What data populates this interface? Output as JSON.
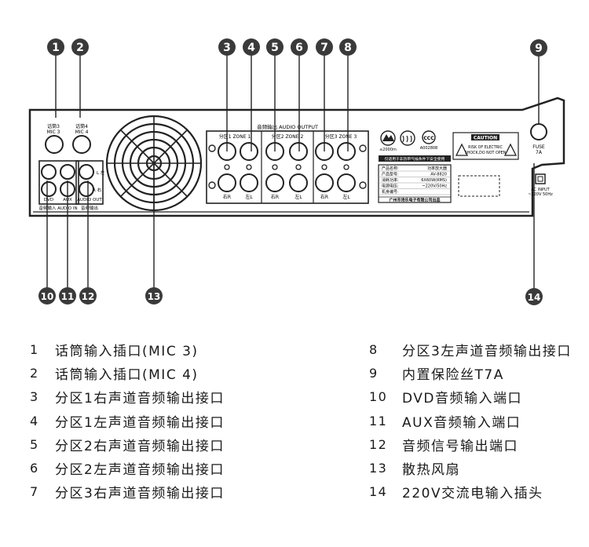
{
  "callouts": [
    "1",
    "2",
    "3",
    "4",
    "5",
    "6",
    "7",
    "8",
    "9",
    "10",
    "11",
    "12",
    "13",
    "14"
  ],
  "panel": {
    "mic3_label": "话筒3",
    "mic3_sub": "MIC 3",
    "mic4_label": "话筒4",
    "mic4_sub": "MIC 4",
    "audio_output_title": "音频输出  AUDIO OUTPUT",
    "zone1": "分区1  ZONE 1",
    "zone2": "分区2  ZONE 2",
    "zone3": "分区3  ZONE 3",
    "right_label": "右R",
    "left_label": "左L",
    "dvd": "DVD",
    "aux": "AUX",
    "audio_out": "AUDIO OUT",
    "audio_in_caption": "音频输入  AUDIO IN",
    "audio_out_caption": "音频输出",
    "l_left": "L 左",
    "r_right": "R 右",
    "safety_note": "仅适用于非热带气候条件下安全使用",
    "caution": "CAUTION",
    "caution_line1": "RISK OF ELECTRIC",
    "caution_line2": "SHOCK,DO NOT OPEN",
    "altitude": "≤2000m",
    "ccc_code": "A002808",
    "fuse": "FUSE",
    "fuse_rating": "7A",
    "ac_input": "AC INPUT",
    "ac_voltage": "~220V 50Hz",
    "nameplate": {
      "rows": [
        {
          "k": "产品名称:",
          "v": "功率放大器"
        },
        {
          "k": "产品型号:",
          "v": "AV-8820"
        },
        {
          "k": "消耗功率:",
          "v": "6X60W(RMS)"
        },
        {
          "k": "电源电压:",
          "v": "~220V/50Hz"
        },
        {
          "k": "机身编号:",
          "v": ""
        }
      ],
      "company": "广州市诗乐电子有限公司出品"
    }
  },
  "legend_left": [
    {
      "num": "1",
      "text": "话筒输入插口(MIC 3)"
    },
    {
      "num": "2",
      "text": "话筒输入插口(MIC 4)"
    },
    {
      "num": "3",
      "text": "分区1右声道音频输出接口"
    },
    {
      "num": "4",
      "text": "分区1左声道音频输出接口"
    },
    {
      "num": "5",
      "text": "分区2右声道音频输出接口"
    },
    {
      "num": "6",
      "text": "分区2左声道音频输出接口"
    },
    {
      "num": "7",
      "text": "分区3右声道音频输出接口"
    }
  ],
  "legend_right": [
    {
      "num": "8",
      "text": "分区3左声道音频输出接口"
    },
    {
      "num": "9",
      "text": "内置保险丝T7A"
    },
    {
      "num": "10",
      "text": "DVD音频输入端口"
    },
    {
      "num": "11",
      "text": "AUX音频输入端口"
    },
    {
      "num": "12",
      "text": "音频信号输出端口"
    },
    {
      "num": "13",
      "text": "散热风扇"
    },
    {
      "num": "14",
      "text": "220V交流电输入插头"
    }
  ]
}
